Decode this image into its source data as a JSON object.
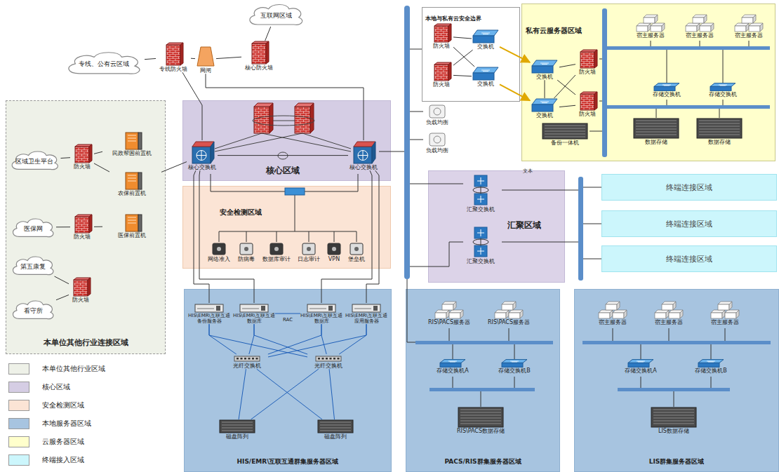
{
  "diagram": {
    "nodes": [
      {
        "text": [
          "互联网区域"
        ]
      },
      {
        "text": [
          "专线、公有云区域"
        ]
      },
      {
        "text": [
          "专线防火墙"
        ]
      },
      {
        "text": [
          "网闸"
        ]
      },
      {
        "text": [
          "核心防火墙"
        ]
      },
      {
        "text": [
          "本单位其他行业连接区域"
        ]
      },
      {
        "text": [
          "区域卫生平台"
        ],
        "in": 5
      },
      {
        "text": [
          "防火墙"
        ],
        "in": 5
      },
      {
        "text": [
          "民政帮困前置机"
        ],
        "in": 5
      },
      {
        "text": [
          "农保前置机"
        ],
        "in": 5
      },
      {
        "text": [
          "医保网"
        ],
        "in": 5
      },
      {
        "text": [
          "防火墙"
        ],
        "in": 5
      },
      {
        "text": [
          "医保前置机"
        ],
        "in": 5
      },
      {
        "text": [
          "第五康复"
        ],
        "in": 5
      },
      {
        "text": [
          "防火墙"
        ],
        "in": 5
      },
      {
        "text": [
          "看守所"
        ],
        "in": 5
      },
      {
        "text": [
          "核心区域"
        ]
      },
      {
        "text": [
          "核心交换机"
        ],
        "in": 16
      },
      {
        "text": [
          "核心交换机"
        ],
        "in": 16
      },
      {
        "text": [
          "安全检测区域"
        ]
      },
      {
        "text": [
          "网络准入"
        ],
        "in": 19
      },
      {
        "text": [
          "防病毒"
        ],
        "in": 19
      },
      {
        "text": [
          "数据库审计"
        ],
        "in": 19
      },
      {
        "text": [
          "日志审计"
        ],
        "in": 19
      },
      {
        "text": [
          "VPN"
        ],
        "in": 19
      },
      {
        "text": [
          "堡垒机"
        ],
        "in": 19
      },
      {
        "text": [
          "HIS/EMR\\互联互通群集服务器区域"
        ]
      },
      {
        "text": [
          "HIS\\EMR\\互联互通备份服务器"
        ],
        "in": 26
      },
      {
        "text": [
          "HIS\\EMR\\互联互通数据库"
        ],
        "in": 26
      },
      {
        "text": [
          "HIS\\EMR\\互联互通数据库"
        ],
        "in": 26
      },
      {
        "text": [
          "HIS\\EMR\\互联互通应用服务器"
        ],
        "in": 26
      },
      {
        "text": [
          "光纤交换机"
        ],
        "in": 26
      },
      {
        "text": [
          "光纤交换机"
        ],
        "in": 26
      },
      {
        "text": [
          "磁盘阵列"
        ],
        "in": 26
      },
      {
        "text": [
          "磁盘阵列"
        ],
        "in": 26
      },
      {
        "text": [
          "PACS/RIS群集服务器区域"
        ]
      },
      {
        "text": [
          "RIS\\PACS服务器"
        ],
        "in": 35
      },
      {
        "text": [
          "RIS\\PACS服务器"
        ],
        "in": 35
      },
      {
        "text": [
          "存储交换机A"
        ],
        "in": 35
      },
      {
        "text": [
          "存储交换机B"
        ],
        "in": 35
      },
      {
        "text": [
          "RIS\\PACS数据存储"
        ],
        "in": 35
      },
      {
        "text": [
          "LIS群集服务器区域"
        ]
      },
      {
        "text": [
          "宿主服务器"
        ],
        "in": 41
      },
      {
        "text": [
          "宿主服务器"
        ],
        "in": 41
      },
      {
        "text": [
          "宿主服务器"
        ],
        "in": 41
      },
      {
        "text": [
          "存储交换机A"
        ],
        "in": 41
      },
      {
        "text": [
          "存储交换机B"
        ],
        "in": 41
      },
      {
        "text": [
          "LIS数据存储"
        ],
        "in": 41
      },
      {
        "text": [
          "本地与私有云安全边界"
        ]
      },
      {
        "text": [
          "防火墙"
        ],
        "in": 48
      },
      {
        "text": [
          "防火墙"
        ],
        "in": 48
      },
      {
        "text": [
          "交换机"
        ],
        "in": 48
      },
      {
        "text": [
          "交换机"
        ],
        "in": 48
      },
      {
        "text": [
          "私有云服务器区域"
        ]
      },
      {
        "text": [
          "交换机"
        ],
        "in": 53
      },
      {
        "text": [
          "交换机"
        ],
        "in": 53
      },
      {
        "text": [
          "防火墙"
        ],
        "in": 53
      },
      {
        "text": [
          "防火墙"
        ],
        "in": 53
      },
      {
        "text": [
          "宿主服务器"
        ],
        "in": 53
      },
      {
        "text": [
          "宿主服务器"
        ],
        "in": 53
      },
      {
        "text": [
          "宿主服务器"
        ],
        "in": 53
      },
      {
        "text": [
          "存储交换机"
        ],
        "in": 53
      },
      {
        "text": [
          "存储交换机"
        ],
        "in": 53
      },
      {
        "text": [
          "备份一体机"
        ],
        "in": 53
      },
      {
        "text": [
          "数据存储"
        ],
        "in": 53
      },
      {
        "text": [
          "数据存储"
        ],
        "in": 53
      },
      {
        "text": [
          "负载均衡"
        ]
      },
      {
        "text": [
          "负载均衡"
        ]
      },
      {
        "text": [
          "汇聚区域"
        ]
      },
      {
        "text": [
          "汇聚交换机"
        ],
        "in": 68
      },
      {
        "text": [
          "汇聚交换机"
        ],
        "in": 68
      },
      {
        "text": [
          "终端连接区域"
        ]
      },
      {
        "text": [
          "终端连接区域"
        ]
      },
      {
        "text": [
          "终端连接区域"
        ]
      }
    ],
    "edges": [
      {
        "from": 1,
        "to": 2,
        "arrow": "none"
      },
      {
        "from": 2,
        "to": 3,
        "arrow": "none"
      },
      {
        "from": 3,
        "to": 4,
        "arrow": "none"
      },
      {
        "from": 4,
        "to": 0,
        "arrow": "none"
      },
      {
        "from": 2,
        "to": 17,
        "arrow": "none"
      },
      {
        "from": 3,
        "to": 18,
        "arrow": "none"
      },
      {
        "from": 17,
        "to": 18,
        "arrow": "none"
      },
      {
        "from": 9,
        "to": 17,
        "arrow": "none"
      },
      {
        "from": 6,
        "to": 7,
        "arrow": "none"
      },
      {
        "from": 7,
        "to": 8,
        "arrow": "none"
      },
      {
        "from": 7,
        "to": 9,
        "arrow": "none"
      },
      {
        "from": 10,
        "to": 11,
        "arrow": "none"
      },
      {
        "from": 11,
        "to": 12,
        "arrow": "none"
      },
      {
        "from": 13,
        "to": 14,
        "arrow": "none"
      },
      {
        "from": 15,
        "to": 14,
        "arrow": "none"
      },
      {
        "from": 17,
        "to": 27,
        "arrow": "none"
      },
      {
        "from": 17,
        "to": 28,
        "arrow": "none"
      },
      {
        "from": 18,
        "to": 29,
        "arrow": "none"
      },
      {
        "from": 18,
        "to": 30,
        "arrow": "none"
      },
      {
        "from": 28,
        "to": 29,
        "label": "RAC",
        "arrow": "none"
      },
      {
        "from": 27,
        "to": 31,
        "arrow": "none"
      },
      {
        "from": 27,
        "to": 32,
        "arrow": "none"
      },
      {
        "from": 28,
        "to": 31,
        "arrow": "none"
      },
      {
        "from": 28,
        "to": 32,
        "arrow": "none"
      },
      {
        "from": 29,
        "to": 31,
        "arrow": "none"
      },
      {
        "from": 29,
        "to": 32,
        "arrow": "none"
      },
      {
        "from": 30,
        "to": 31,
        "arrow": "none"
      },
      {
        "from": 30,
        "to": 32,
        "arrow": "none"
      },
      {
        "from": 31,
        "to": 33,
        "arrow": "none"
      },
      {
        "from": 31,
        "to": 34,
        "arrow": "none"
      },
      {
        "from": 32,
        "to": 33,
        "arrow": "none"
      },
      {
        "from": 32,
        "to": 34,
        "arrow": "none"
      },
      {
        "from": 49,
        "to": 51,
        "arrow": "none"
      },
      {
        "from": 49,
        "to": 52,
        "arrow": "none"
      },
      {
        "from": 50,
        "to": 51,
        "arrow": "none"
      },
      {
        "from": 50,
        "to": 52,
        "arrow": "none"
      },
      {
        "from": 51,
        "to": 54,
        "arrow": "to"
      },
      {
        "from": 52,
        "to": 55,
        "arrow": "to"
      },
      {
        "from": 54,
        "to": 55,
        "arrow": "none"
      },
      {
        "from": 54,
        "to": 56,
        "arrow": "none"
      },
      {
        "from": 54,
        "to": 57,
        "arrow": "none"
      },
      {
        "from": 55,
        "to": 56,
        "arrow": "none"
      },
      {
        "from": 55,
        "to": 57,
        "arrow": "none"
      }
    ],
    "labels": [
      "文本"
    ],
    "legend": [
      {
        "text": "本单位其他行业区域",
        "color": "#eef1e8"
      },
      {
        "text": "核心区域",
        "color": "#d5cde4"
      },
      {
        "text": "安全检测区域",
        "color": "#fbe4d5"
      },
      {
        "text": "本地服务器区域",
        "color": "#a7c4e0"
      },
      {
        "text": "云服务器区域",
        "color": "#ffffcc"
      },
      {
        "text": "终端接入区域",
        "color": "#ccf6fc"
      }
    ]
  }
}
